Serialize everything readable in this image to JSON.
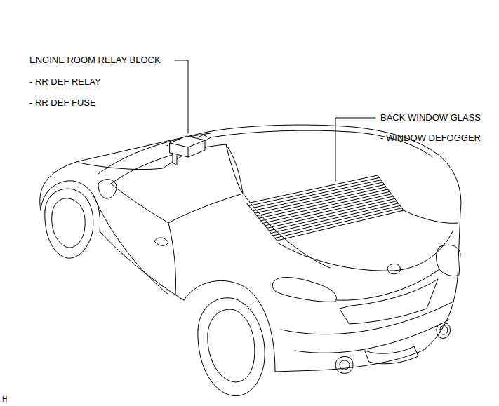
{
  "diagram": {
    "labels": [
      "ENGINE ROOM RELAY BLOCK",
      "- RR DEF RELAY",
      "- RR DEF FUSE",
      "BACK WINDOW GLASS",
      "- WINDOW DEFOGGER",
      "H"
    ]
  }
}
